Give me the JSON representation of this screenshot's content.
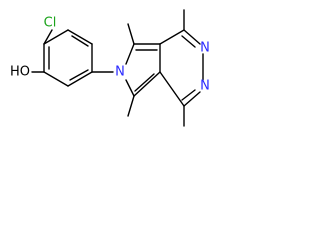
{
  "molecule": {
    "atoms": {
      "chlorine": {
        "label": "Cl",
        "color": "#1aa31a"
      },
      "hydroxyl": {
        "label": "HO",
        "color": "#000000"
      },
      "pyrrole_nitrogen": {
        "label": "N",
        "color": "#2a2aff"
      },
      "pyridazine_nitrogen_top": {
        "label": "N",
        "color": "#2a2aff"
      },
      "pyridazine_nitrogen_bottom": {
        "label": "N",
        "color": "#2a2aff"
      }
    }
  }
}
